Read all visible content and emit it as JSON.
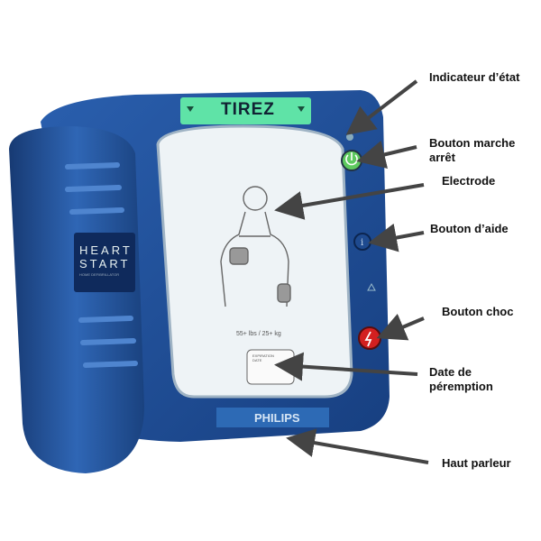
{
  "device": {
    "pull_label": "TIREZ",
    "brand": "PHILIPS",
    "logo_line1": "HEART",
    "logo_line2": "START",
    "logo_subtitle": "HOME DEFIBRILLATOR",
    "pad_weight": "55+ lbs / 25+ kg",
    "expiry_label": "EXPIRATION DATE",
    "colors": {
      "body": "#1f4f9a",
      "body_dark": "#123a78",
      "green": "#5fe3a7",
      "shock": "#d32020"
    }
  },
  "labels": {
    "status_indicator": "Indicateur d’état",
    "power_button": "Bouton marche arrêt",
    "electrode": "Electrode",
    "help_button": "Bouton d’aide",
    "shock_button": "Bouton choc",
    "expiry_date": "Date de péremption",
    "speaker": "Haut parleur"
  }
}
